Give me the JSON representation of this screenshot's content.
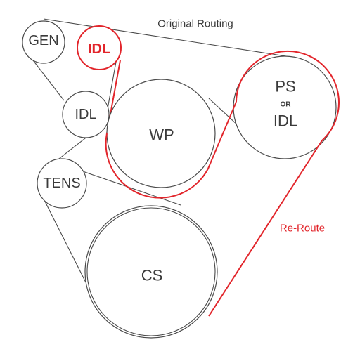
{
  "diagram": {
    "title": "Original Routing",
    "reroute_label": "Re-Route",
    "colors": {
      "belt": "#4a4a4a",
      "reroute": "#e2252b",
      "text": "#3a3a3a"
    },
    "pulleys": {
      "gen": "GEN",
      "idl_top": "IDL",
      "idl_mid": "IDL",
      "tens": "TENS",
      "wp": "WP",
      "ps_line1": "PS",
      "ps_line2": "OR",
      "ps_line3": "IDL",
      "cs": "CS"
    }
  }
}
